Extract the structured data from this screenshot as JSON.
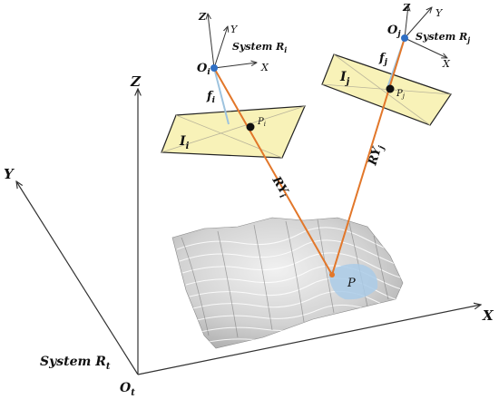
{
  "ground": {
    "origin_label": "O",
    "origin_sub": "t",
    "system_label": "System R",
    "system_sub": "t",
    "axis_x": "X",
    "axis_y": "Y",
    "axis_z": "Z"
  },
  "camera_i": {
    "center_label": "O",
    "center_sub": "i",
    "system_label": "System R",
    "system_sub": "i",
    "axis_x": "X",
    "axis_y": "Y",
    "axis_z": "Z",
    "focal_label": "f",
    "focal_sub": "i",
    "image_label": "I",
    "image_sub": "i",
    "point_label": "P",
    "point_sub": "i",
    "ray_label": "RY",
    "ray_sub": "i"
  },
  "camera_j": {
    "center_label": "O",
    "center_sub": "j",
    "system_label": "System R",
    "system_sub": "j",
    "axis_x": "X",
    "axis_y": "Y",
    "axis_z": "Z",
    "focal_label": "f",
    "focal_sub": "j",
    "image_label": "I",
    "image_sub": "j",
    "point_label": "P",
    "point_sub": "j",
    "ray_label": "RY",
    "ray_sub": "j"
  },
  "terrain": {
    "point_label": "P"
  },
  "colors": {
    "ray": "#e2772a",
    "focal_line": "#9ec3de",
    "image_plane": "#f8f2b8",
    "camera_center": "#2f6fc4",
    "target_patch": "#aacbe8"
  }
}
